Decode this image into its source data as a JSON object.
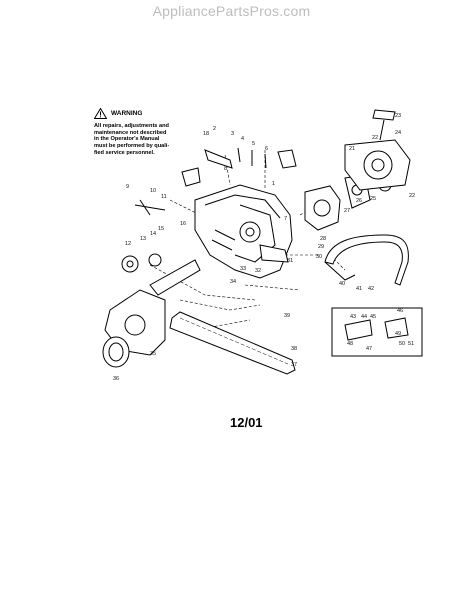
{
  "watermark": "AppliancePartsPros.com",
  "warning": {
    "title": "WARNING",
    "lines": [
      "All repairs, adjustments and",
      "maintenance not described",
      "in the Operator's Manual",
      "must be performed by quali-",
      "fied service personnel."
    ]
  },
  "date_code": "12/01",
  "callouts": [
    "1",
    "2",
    "3",
    "4",
    "5",
    "6",
    "7",
    "8",
    "9",
    "10",
    "11",
    "12",
    "13",
    "14",
    "15",
    "16",
    "18",
    "21",
    "22",
    "22",
    "23",
    "24",
    "25",
    "26",
    "27",
    "28",
    "29",
    "30",
    "31",
    "32",
    "33",
    "34",
    "35",
    "36",
    "37",
    "38",
    "39",
    "40",
    "41",
    "42",
    "43",
    "44",
    "45",
    "46",
    "47",
    "48",
    "49",
    "50",
    "51"
  ]
}
